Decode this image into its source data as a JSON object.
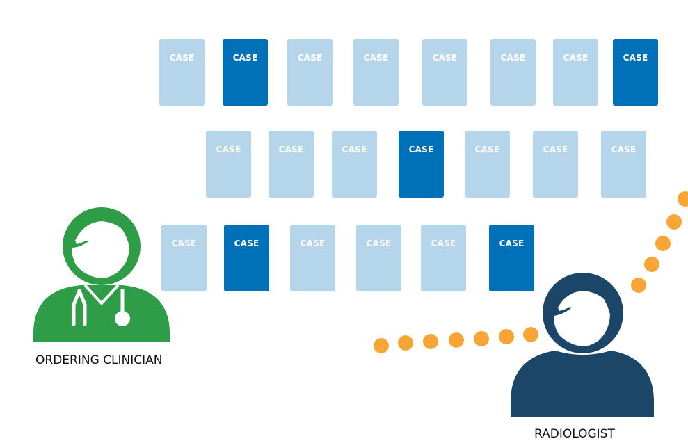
{
  "case_label": "CASE",
  "case_rows": [
    [
      "light",
      "dark",
      "light",
      "light",
      "light",
      "light",
      "light",
      "dark"
    ],
    [
      "light",
      "light",
      "light",
      "dark",
      "light",
      "light",
      "light"
    ],
    [
      "light",
      "dark",
      "light",
      "light",
      "light",
      "dark"
    ]
  ],
  "colors": {
    "case_light": "#b5d5ea",
    "case_dark": "#0070b8",
    "clinician": "#2f9c47",
    "radiologist": "#1b4668",
    "dots": "#f7a635"
  },
  "clinician": {
    "label": "ORDERING CLINICIAN",
    "icon": "doctor-with-stethoscope-icon"
  },
  "radiologist": {
    "label": "RADIOLOGIST",
    "icon": "person-icon"
  }
}
